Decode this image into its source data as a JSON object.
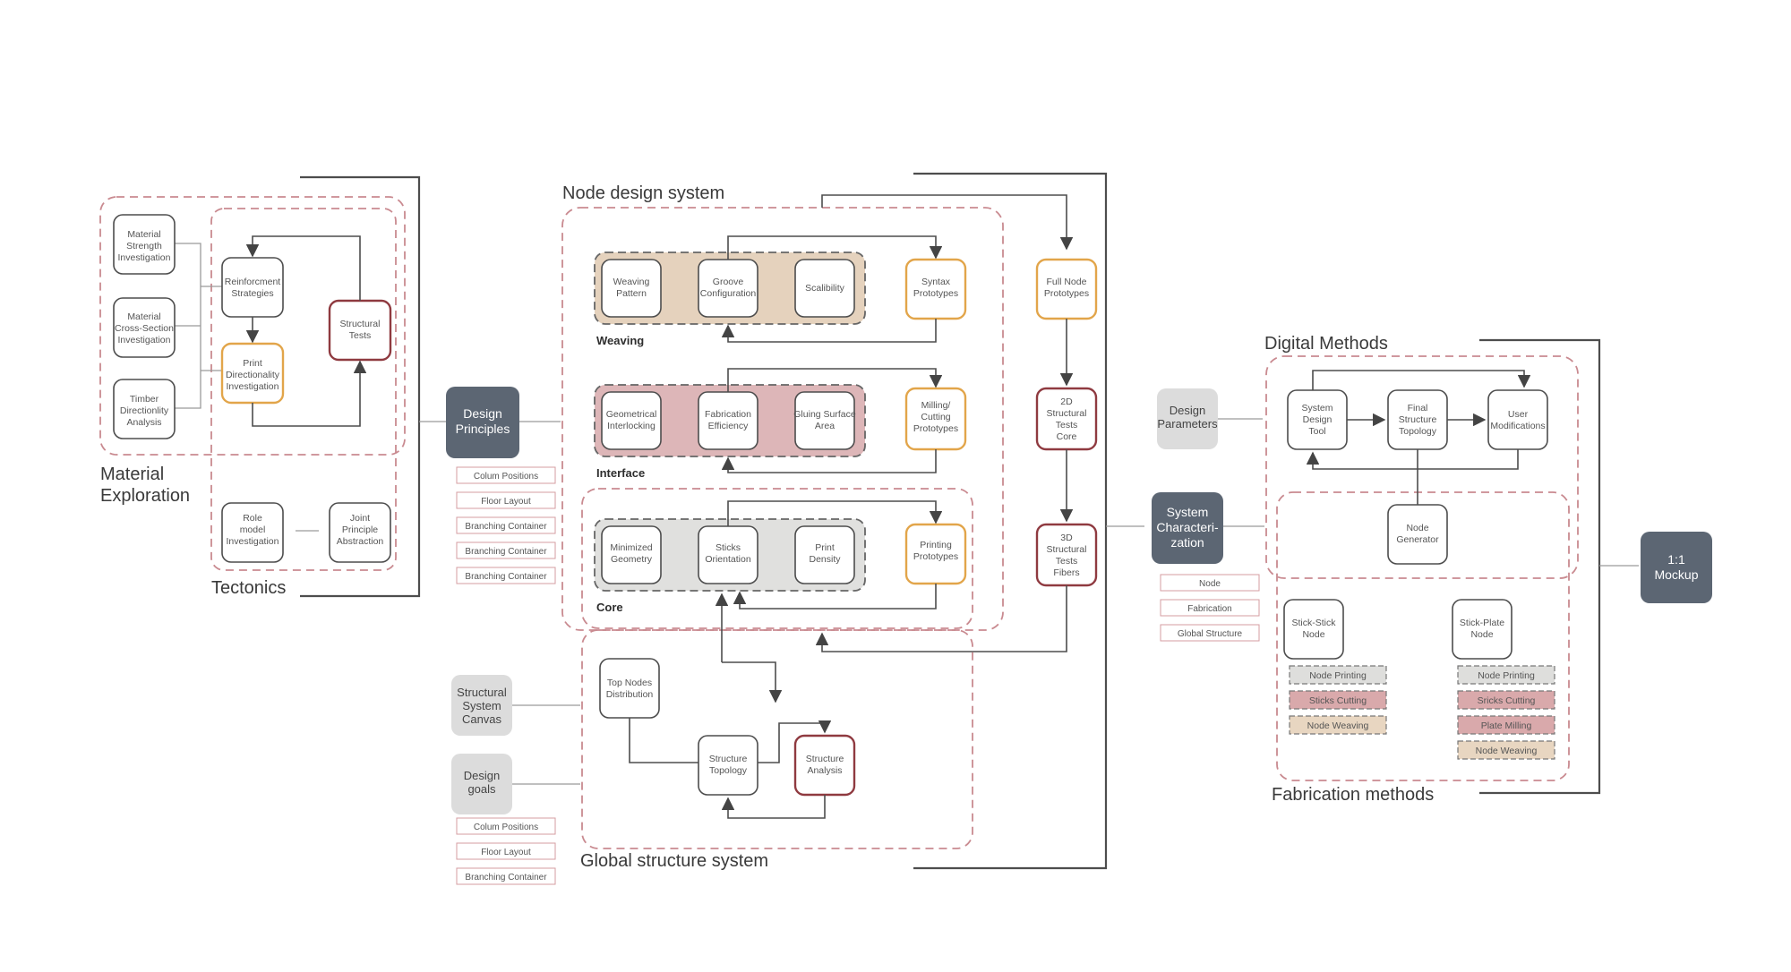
{
  "diagram": {
    "titles": {
      "node_design_system": "Node design system",
      "material_exploration_1": "Material",
      "material_exploration_2": "Exploration",
      "tectonics": "Tectonics",
      "global_structure_system": "Global structure system",
      "digital_methods": "Digital Methods",
      "fabrication_methods": "Fabrication methods"
    },
    "subgroups": {
      "weaving": "Weaving",
      "interface": "Interface",
      "core": "Core"
    },
    "material": {
      "strength": [
        "Material",
        "Strength",
        "Investigation"
      ],
      "cross_section": [
        "Material",
        "Cross-Section",
        "Investigation"
      ],
      "timber": [
        "Timber",
        "Directionlity",
        "Analysis"
      ],
      "reinforcement": [
        "Reinforcment",
        "Strategies"
      ],
      "print_direction": [
        "Print",
        "Directionality",
        "Investigation"
      ],
      "structural_tests": [
        "Structural",
        "Tests"
      ],
      "role_model": [
        "Role",
        "model",
        "Investigation"
      ],
      "joint_principle": [
        "Joint",
        "Principle",
        "Abstraction"
      ]
    },
    "design_principles": {
      "label": [
        "Design",
        "Principles"
      ],
      "tags": [
        "Colum Positions",
        "Floor Layout",
        "Branching Container",
        "Branching Container",
        "Branching Container"
      ]
    },
    "weaving": {
      "items": [
        [
          "Weaving",
          "Pattern"
        ],
        [
          "Groove",
          "Configuration"
        ],
        [
          "Scalibility"
        ]
      ],
      "out": [
        "Syntax",
        "Prototypes"
      ]
    },
    "interface": {
      "items": [
        [
          "Geometrical",
          "Interlocking"
        ],
        [
          "Fabrication",
          "Efficiency"
        ],
        [
          "Gluing Surface",
          "Area"
        ]
      ],
      "out": [
        "Milling/",
        "Cutting",
        "Prototypes"
      ]
    },
    "core": {
      "items": [
        [
          "Minimized",
          "Geometry"
        ],
        [
          "Sticks",
          "Orientation"
        ],
        [
          "Print",
          "Density"
        ]
      ],
      "out": [
        "Printing",
        "Prototypes"
      ]
    },
    "prototypes": {
      "full_node": [
        "Full Node",
        "Prototypes"
      ],
      "tests_2d": [
        "2D",
        "Structural",
        "Tests",
        "Core"
      ],
      "tests_3d": [
        "3D",
        "Structural",
        "Tests",
        "Fibers"
      ]
    },
    "global": {
      "structural_canvas": [
        "Structural",
        "System",
        "Canvas"
      ],
      "design_goals": [
        "Design",
        "goals"
      ],
      "top_nodes": [
        "Top Nodes",
        "Distribution"
      ],
      "topology": [
        "Structure",
        "Topology"
      ],
      "analysis": [
        "Structure",
        "Analysis"
      ],
      "tags": [
        "Colum Positions",
        "Floor Layout",
        "Branching Container"
      ]
    },
    "digital": {
      "design_parameters": [
        "Design",
        "Parameters"
      ],
      "system_char": [
        "System",
        "Characteri-",
        "zation"
      ],
      "system_tags": [
        "Node",
        "Fabrication",
        "Global Structure"
      ],
      "design_tool": [
        "System",
        "Design",
        "Tool"
      ],
      "final_topology": [
        "Final",
        "Structure",
        "Topology"
      ],
      "user_mods": [
        "User",
        "Modifications"
      ],
      "node_generator": [
        "Node",
        "Generator"
      ]
    },
    "fabrication": {
      "stick_stick": {
        "label": [
          "Stick-Stick",
          "Node"
        ],
        "chips": [
          "Node Printing",
          "Sticks Cutting",
          "Node Weaving"
        ]
      },
      "stick_plate": {
        "label": [
          "Stick-Plate",
          "Node"
        ],
        "chips": [
          "Node Printing",
          "Sricks Cutting",
          "Plate Milling",
          "Node Weaving"
        ]
      }
    },
    "mockup": [
      "1:1",
      "Mockup"
    ]
  }
}
